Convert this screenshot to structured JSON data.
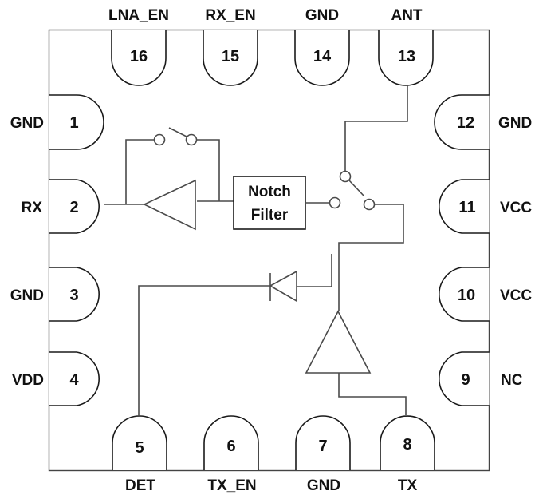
{
  "diagram": {
    "type": "ic-pinout-block-diagram",
    "pins": {
      "top": [
        {
          "number": "16",
          "name": "LNA_EN"
        },
        {
          "number": "15",
          "name": "RX_EN"
        },
        {
          "number": "14",
          "name": "GND"
        },
        {
          "number": "13",
          "name": "ANT"
        }
      ],
      "left": [
        {
          "number": "1",
          "name": "GND"
        },
        {
          "number": "2",
          "name": "RX"
        },
        {
          "number": "3",
          "name": "GND"
        },
        {
          "number": "4",
          "name": "VDD"
        }
      ],
      "right": [
        {
          "number": "12",
          "name": "GND"
        },
        {
          "number": "11",
          "name": "VCC"
        },
        {
          "number": "10",
          "name": "VCC"
        },
        {
          "number": "9",
          "name": "NC"
        }
      ],
      "bottom": [
        {
          "number": "5",
          "name": "DET"
        },
        {
          "number": "6",
          "name": "TX_EN"
        },
        {
          "number": "7",
          "name": "GND"
        },
        {
          "number": "8",
          "name": "TX"
        }
      ]
    },
    "blocks": {
      "notch_filter": {
        "line1": "Notch",
        "line2": "Filter"
      }
    },
    "components": [
      "lna-amplifier",
      "bypass-switch",
      "notch-filter",
      "antenna-switch",
      "pa-amplifier",
      "detector-diode"
    ]
  }
}
